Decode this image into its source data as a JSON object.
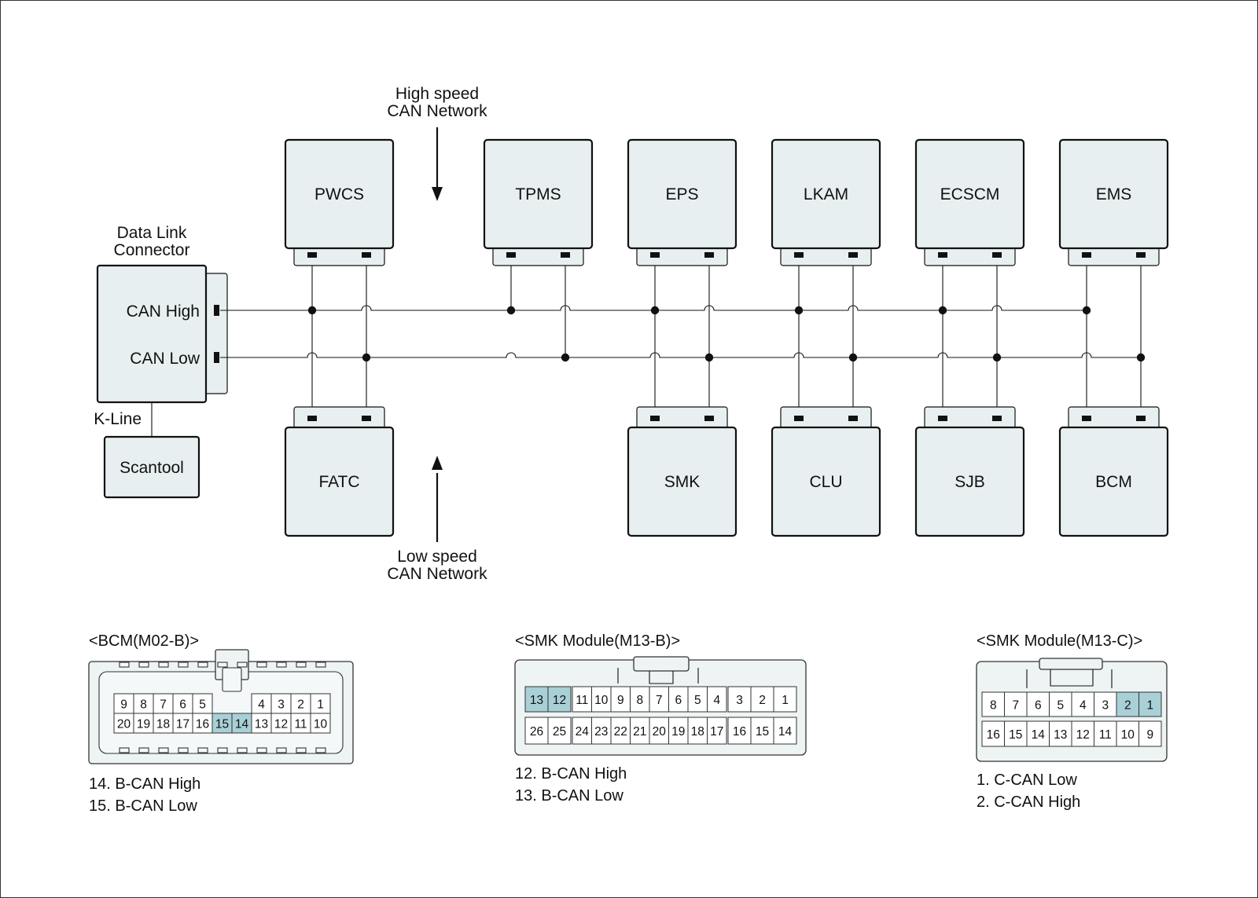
{
  "labels": {
    "high_speed": "High speed",
    "high_speed_net": "CAN Network",
    "low_speed": "Low speed",
    "low_speed_net": "CAN Network",
    "dlc_line1": "Data Link",
    "dlc_line2": "Connector",
    "can_high": "CAN High",
    "can_low": "CAN Low",
    "k_line": "K-Line",
    "scantool": "Scantool"
  },
  "top_modules": [
    "PWCS",
    "TPMS",
    "EPS",
    "LKAM",
    "ECSCM",
    "EMS"
  ],
  "bottom_modules": [
    "FATC",
    "SMK",
    "CLU",
    "SJB",
    "BCM"
  ],
  "connectors": {
    "bcm": {
      "title": "<BCM(M02-B)>",
      "row1": [
        "9",
        "8",
        "7",
        "6",
        "5",
        "",
        "4",
        "3",
        "2",
        "1"
      ],
      "row2": [
        "20",
        "19",
        "18",
        "17",
        "16",
        "15",
        "14",
        "13",
        "12",
        "11",
        "10"
      ],
      "highlight": [
        "15",
        "14"
      ],
      "legend": [
        "14. B-CAN High",
        "15. B-CAN Low"
      ]
    },
    "smk_b": {
      "title": "<SMK Module(M13-B)>",
      "row1": [
        "13",
        "12",
        "11",
        "10",
        "9",
        "8",
        "7",
        "6",
        "5",
        "4",
        "3",
        "2",
        "1"
      ],
      "row2": [
        "26",
        "25",
        "24",
        "23",
        "22",
        "21",
        "20",
        "19",
        "18",
        "17",
        "16",
        "15",
        "14"
      ],
      "highlight": [
        "13",
        "12"
      ],
      "legend": [
        "12. B-CAN High",
        "13. B-CAN Low"
      ]
    },
    "smk_c": {
      "title": "<SMK Module(M13-C)>",
      "row1": [
        "8",
        "7",
        "6",
        "5",
        "4",
        "3",
        "2",
        "1"
      ],
      "row2": [
        "16",
        "15",
        "14",
        "13",
        "12",
        "11",
        "10",
        "9"
      ],
      "highlight": [
        "2",
        "1"
      ],
      "legend": [
        "1. C-CAN Low",
        "2. C-CAN High"
      ]
    }
  }
}
